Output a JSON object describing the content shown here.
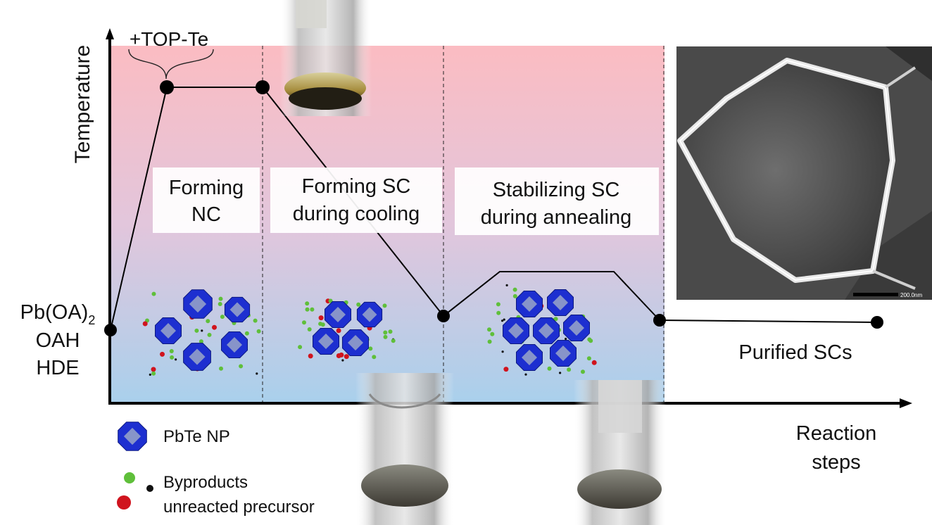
{
  "axes": {
    "y_label": "Temperature",
    "x_label_line1": "Reaction",
    "x_label_line2": "steps"
  },
  "annotation_top": "+TOP-Te",
  "precursor": {
    "line1_base": "Pb(OA)",
    "line1_sub": "2",
    "line2": "OAH",
    "line3": "HDE"
  },
  "phases": [
    {
      "line1": "Forming",
      "line2": "NC"
    },
    {
      "line1": "Forming SC",
      "line2": "during cooling"
    },
    {
      "line1": "Stabilizing SC",
      "line2": "during annealing"
    }
  ],
  "final_label": "Purified SCs",
  "legend": {
    "np": "PbTe NP",
    "byproducts": "Byproducts",
    "unreacted": "unreacted precursor"
  },
  "sem_scale": "200.0nm",
  "colors": {
    "gradient_top": "#fbbcc2",
    "gradient_mid": "#e2c6dc",
    "gradient_bottom": "#a9d0ec",
    "np_blue": "#1d2fd0",
    "np_face": "#9aa6c8",
    "byproduct_green": "#5fbf3a",
    "precursor_red": "#d0141e",
    "dot_black": "#111111"
  },
  "icons": [
    "pbte-np-icon",
    "byproduct-dot-icon",
    "precursor-dot-icon",
    "sem-image",
    "vial-photo"
  ]
}
